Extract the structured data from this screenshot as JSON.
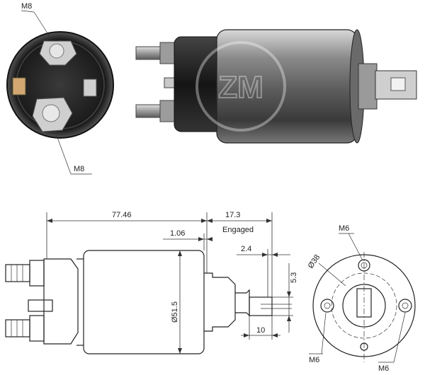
{
  "photo_end_view": {
    "label_top": "M8",
    "label_bottom": "M8"
  },
  "drawing_side_view": {
    "overall_length": "77.46",
    "engaged_travel": "17.3",
    "engaged_caption": "Engaged",
    "offset_small": "1.06",
    "offset_tab": "2.4",
    "tab_height": "5.3",
    "body_diameter": "Ø51.5",
    "tab_length": "10"
  },
  "drawing_end_view": {
    "label_top": "M6",
    "label_pcd": "Ø38",
    "label_bottom_left": "M6",
    "label_bottom_right": "M6"
  },
  "watermark": "ZM",
  "colors": {
    "ink": "#222222",
    "photo_dark": "#2b2b2b",
    "photo_metal": "#9a9a9a"
  }
}
